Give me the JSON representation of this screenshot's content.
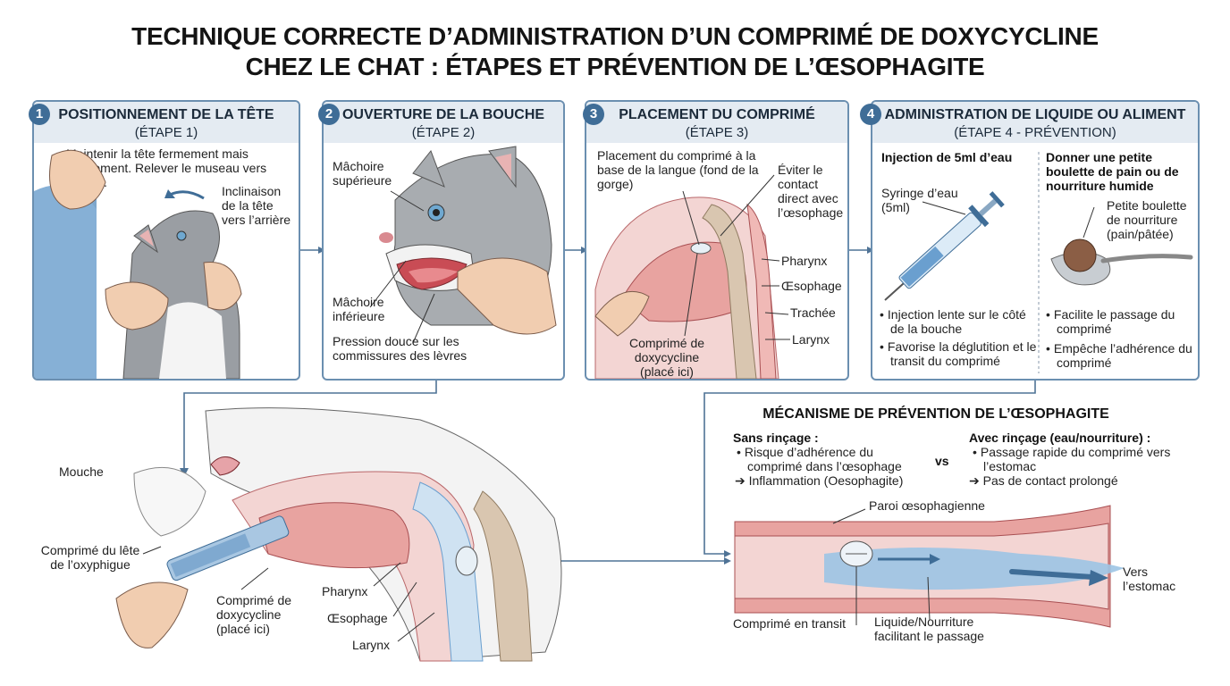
{
  "title": {
    "line1": "TECHNIQUE CORRECTE D’ADMINISTRATION D’UN COMPRIMÉ DE DOXYCYCLINE",
    "line2": "CHEZ LE CHAT : ÉTAPES ET PRÉVENTION DE L’ŒSOPHAGITE"
  },
  "steps": [
    {
      "num": "1",
      "heading": "POSITIONNEMENT DE LA TÊTE",
      "sub": "(ÉTAPE 1)",
      "desc": "Maintenir la tête fermement mais doucement. Relever le museau vers le haut.",
      "label": "Inclinaison de la tête vers l’arrière"
    },
    {
      "num": "2",
      "heading": "OUVERTURE DE LA BOUCHE",
      "sub": "(ÉTAPE 2)",
      "upper": "Mâchoire supérieure",
      "lower": "Mâchoire inférieure",
      "pressure": "Pression douce sur les commissures des lèvres"
    },
    {
      "num": "3",
      "heading": "PLACEMENT DU COMPRIMÉ",
      "sub": "(ÉTAPE 3)",
      "placement": "Placement du comprimé à la base de la langue (fond de la gorge)",
      "avoid": "Éviter le contact direct avec l’œsophage",
      "pharynx": "Pharynx",
      "oesophage": "Œsophage",
      "trachee": "Trachée",
      "larynx": "Larynx",
      "pill": "Comprimé de doxycycline (placé ici)"
    },
    {
      "num": "4",
      "heading": "ADMINISTRATION DE LIQUIDE OU ALIMENT",
      "sub": "(ÉTAPE 4 - PRÉVENTION)",
      "left_title": "Injection de 5ml d’eau",
      "syringe": "Syringe d’eau (5ml)",
      "left_bullets": [
        "Injection lente sur le côté de la bouche",
        "Favorise la déglutition et le transit du comprimé"
      ],
      "right_title": "Donner une petite boulette de pain ou de nourriture humide",
      "food": "Petite boulette de nourriture (pain/pâtée)",
      "right_bullets": [
        "Facilite le passage du comprimé",
        "Empêche l’adhérence du comprimé"
      ]
    }
  ],
  "bottom_left": {
    "mouche": "Mouche",
    "comprime_lete": "Comprimé du lête de l’oxyphigue",
    "comprime_doxy": "Comprimé de doxycycline (placé ici)",
    "pharynx": "Pharynx",
    "oesophage": "Œsophage",
    "larynx": "Larynx"
  },
  "mechanism": {
    "title": "MÉCANISME DE PRÉVENTION DE L’ŒSOPHAGITE",
    "without_title": "Sans rinçage :",
    "without_line1": "Risque d’adhérence du comprimé dans l’œsophage",
    "without_line2": "➔ Inflammation (Oesophagite)",
    "vs": "vs",
    "with_title": "Avec rinçage (eau/nourriture) :",
    "with_line1": "Passage rapide du comprimé vers l’estomac",
    "with_line2": "➔ Pas de contact prolongé",
    "wall": "Paroi œsophagienne",
    "transit": "Comprimé en transit",
    "liquid": "Liquide/Nourriture facilitant le passage",
    "stomach": "Vers l’estomac"
  },
  "colors": {
    "accent": "#3f6d97",
    "panel_border": "#6b8fb0",
    "header_bg": "#e4ebf2",
    "tissue": "#e8a3a0",
    "liquid": "#9cc4e4"
  }
}
